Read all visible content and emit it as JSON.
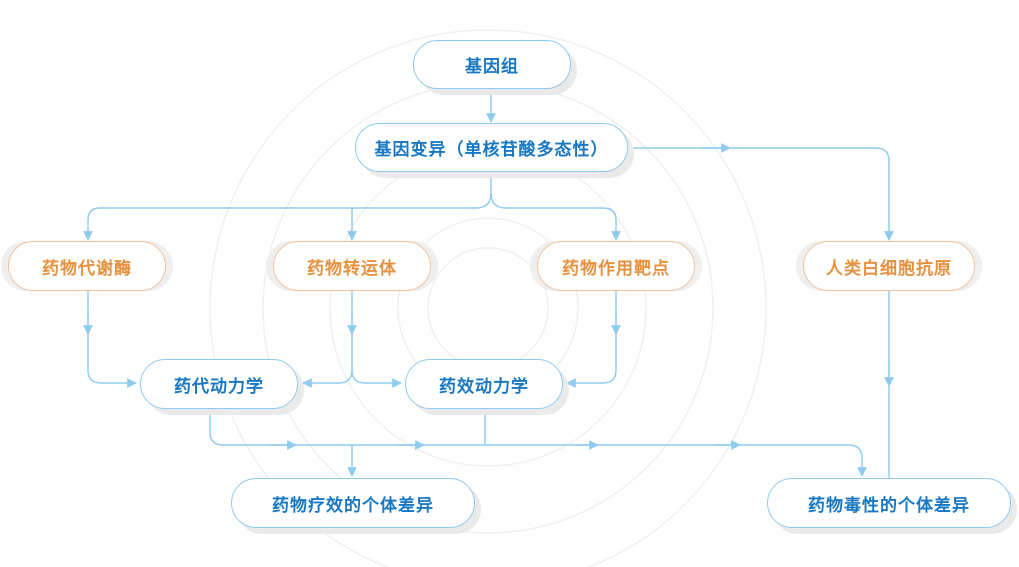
{
  "nodes": {
    "genome": "基因组",
    "variation": "基因变异（单核苷酸多态性）",
    "metabolic_enzyme": "药物代谢酶",
    "transporter": "药物转运体",
    "target": "药物作用靶点",
    "hla": "人类白细胞抗原",
    "pk": "药代动力学",
    "pd": "药效动力学",
    "efficacy_var": "药物疗效的个体差异",
    "toxicity_var": "药物毒性的个体差异"
  },
  "colors": {
    "blue_text": "#1a78c2",
    "blue_border": "#8fcbef",
    "orange_text": "#e6913f",
    "orange_border": "#f2c29b",
    "connector": "#8fcbef",
    "rings": "#eeeeee"
  }
}
